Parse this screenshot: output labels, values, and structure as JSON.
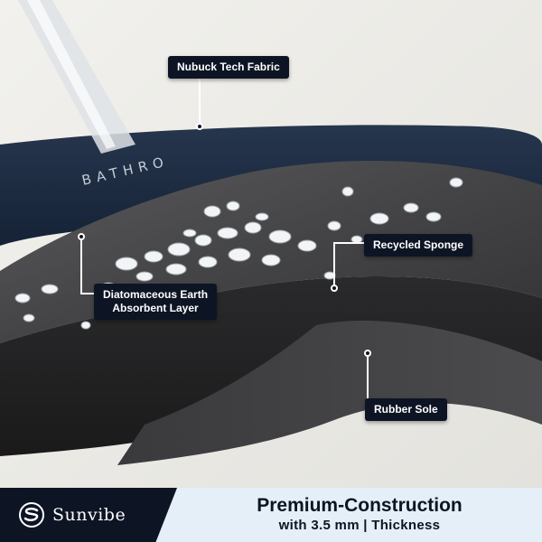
{
  "product": {
    "mat_print_text": "BATHRO"
  },
  "callouts": {
    "nubuck_fabric": "Nubuck Tech Fabric",
    "recycled_sponge": "Recycled Sponge",
    "diatomaceous_line1": "Diatomaceous Earth",
    "diatomaceous_line2": "Absorbent Layer",
    "rubber_sole": "Rubber Sole"
  },
  "footer": {
    "brand_name": "Sunvibe",
    "headline": "Premium-Construction",
    "subline": "with 3.5 mm | Thickness"
  },
  "colors": {
    "navy": "#0d1424",
    "background": "#ecebe6",
    "footer_bg": "#e4eff8",
    "top_fabric": "#1c2b40"
  }
}
